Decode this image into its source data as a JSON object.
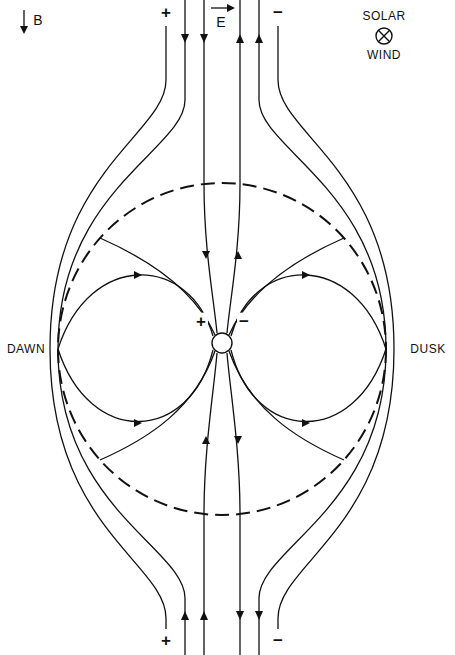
{
  "diagram": {
    "labels": [
      "+",
      "E",
      "−",
      "B",
      "SOLAR",
      "WIND",
      "DAWN",
      "+",
      "−",
      "DUSK",
      "+",
      "−"
    ]
  }
}
